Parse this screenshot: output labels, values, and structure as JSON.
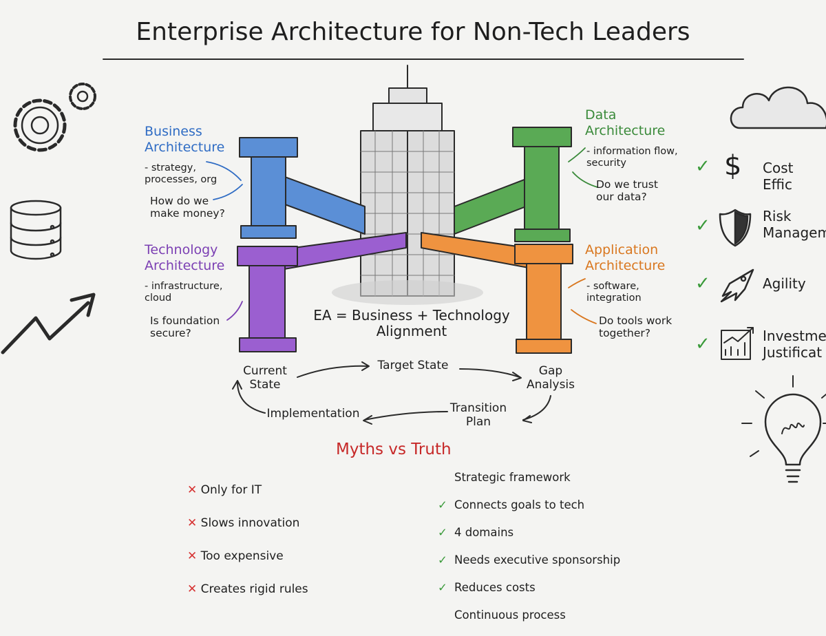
{
  "title": "Enterprise Architecture for Non-Tech Leaders",
  "colors": {
    "business": "#2f6cc4",
    "technology": "#7b3fb3",
    "data": "#3a8a3a",
    "application": "#d9771f",
    "myths": "#c62828",
    "check": "#3a9a3a",
    "cross": "#d63333"
  },
  "domains": {
    "business": {
      "title": "Business\nArchitecture",
      "bullet": "- strategy,\nprocesses, org",
      "question": "How do we\nmake money?"
    },
    "technology": {
      "title": "Technology\nArchitecture",
      "bullet": "- infrastructure,\ncloud",
      "question": "Is foundation\nsecure?"
    },
    "data": {
      "title": "Data\nArchitecture",
      "bullet": "- information flow,\nsecurity",
      "question": "Do we trust\nour data?"
    },
    "application": {
      "title": "Application\nArchitecture",
      "bullet": "- software,\nintegration",
      "question": "Do tools work\ntogether?"
    }
  },
  "equation": "EA = Business + Technology\nAlignment",
  "cycle": {
    "current": "Current\nState",
    "target": "Target State",
    "gap": "Gap\nAnalysis",
    "transition": "Transition\nPlan",
    "implementation": "Implementation"
  },
  "myths": {
    "heading": "Myths vs Truth",
    "myths": [
      "Only for IT",
      "Slows innovation",
      "Too expensive",
      "Creates rigid rules"
    ],
    "truths": [
      "Strategic framework",
      "Connects goals to tech",
      "4 domains",
      "Needs executive sponsorship",
      "Reduces costs",
      "Continuous process"
    ],
    "check_mark": "✓",
    "cross_mark": "✕"
  },
  "benefits": [
    {
      "label": "Cost Effic",
      "icon": "dollar-icon"
    },
    {
      "label": "Risk\nManagem",
      "icon": "shield-icon"
    },
    {
      "label": "Agility",
      "icon": "rocket-icon"
    },
    {
      "label": "Investme\nJustificat",
      "icon": "chart-icon"
    }
  ],
  "decor_icons": [
    "gears-icon",
    "database-icon",
    "trend-arrow-icon",
    "cloud-icon",
    "lightbulb-icon",
    "skyscraper-icon"
  ]
}
